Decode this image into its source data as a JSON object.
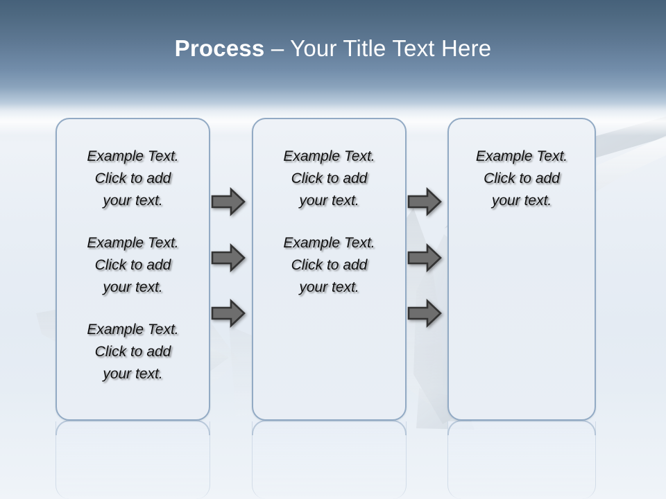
{
  "slide": {
    "title_strong": "Process",
    "title_rest": " – Your Title Text Here",
    "background_top_color": "#46617a",
    "background_bottom_color": "#eef3f8",
    "box_border_color": "#92aac4",
    "box_fill_color": "#e9eef5",
    "arrow_fill_color": "#6e6e6e",
    "arrow_outline_color": "#333333",
    "text_color": "#101010"
  },
  "boxes": [
    {
      "name": "process-box-1",
      "blocks": [
        "Example Text.\nClick  to add\nyour text.",
        "Example Text.\nClick  to add\nyour text.",
        "Example Text.\nClick  to add\nyour text."
      ]
    },
    {
      "name": "process-box-2",
      "blocks": [
        "Example Text.\nClick  to add\nyour text.",
        "Example Text.\nClick  to add\nyour text."
      ]
    },
    {
      "name": "process-box-3",
      "blocks": [
        "Example Text.\nClick  to add\nyour text."
      ]
    }
  ],
  "arrow_groups": [
    {
      "name": "arrow-group-1",
      "count": 3
    },
    {
      "name": "arrow-group-2",
      "count": 3
    }
  ]
}
